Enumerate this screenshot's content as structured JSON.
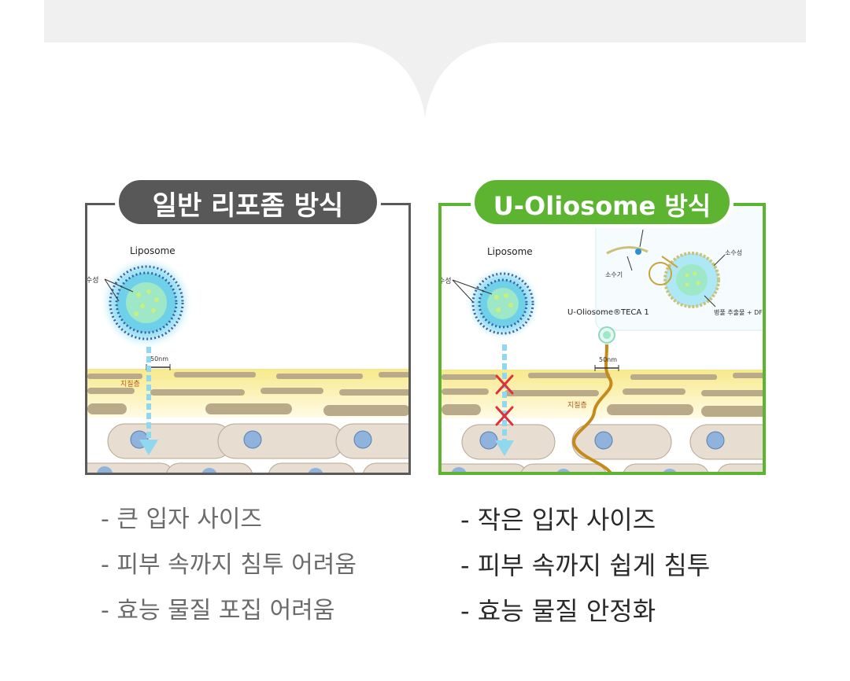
{
  "left_panel": {
    "title": "일반 리포좀 방식",
    "diagram": {
      "particle_label": "Liposome",
      "hydrophilic_label": "수성",
      "scale_label": "50nm",
      "layer_label": "지질층"
    },
    "bullets": [
      "- 큰 입자 사이즈",
      "- 피부 속까지 침투 어려움",
      "- 효능 물질 포집 어려움"
    ]
  },
  "right_panel": {
    "title": "U-Oliosome 방식",
    "diagram": {
      "liposome_label": "Liposome",
      "hydrophilic_label": "수성",
      "particle_label": "U-Oliosome®TECA 1",
      "scale_label": "50nm",
      "layer_label": "지질층",
      "inset_hydrophobic_label": "소수기",
      "inset_hydrophilic_label": "소수성",
      "inset_extract_label": "병풀 추출물 + DF"
    },
    "bullets": [
      "- 작은 입자 사이즈",
      "- 피부 속까지 쉽게 침투",
      "- 효능 물질 안정화"
    ]
  },
  "colors": {
    "left_accent": "#585858",
    "right_accent": "#5cb431",
    "lipid_band": "#f7e98a",
    "cell": "#e8ddd1",
    "nucleus": "#8fb3dc",
    "arrow": "#8fd8ef",
    "block_mark": "#e0303a",
    "channel": "#c58a1b"
  }
}
